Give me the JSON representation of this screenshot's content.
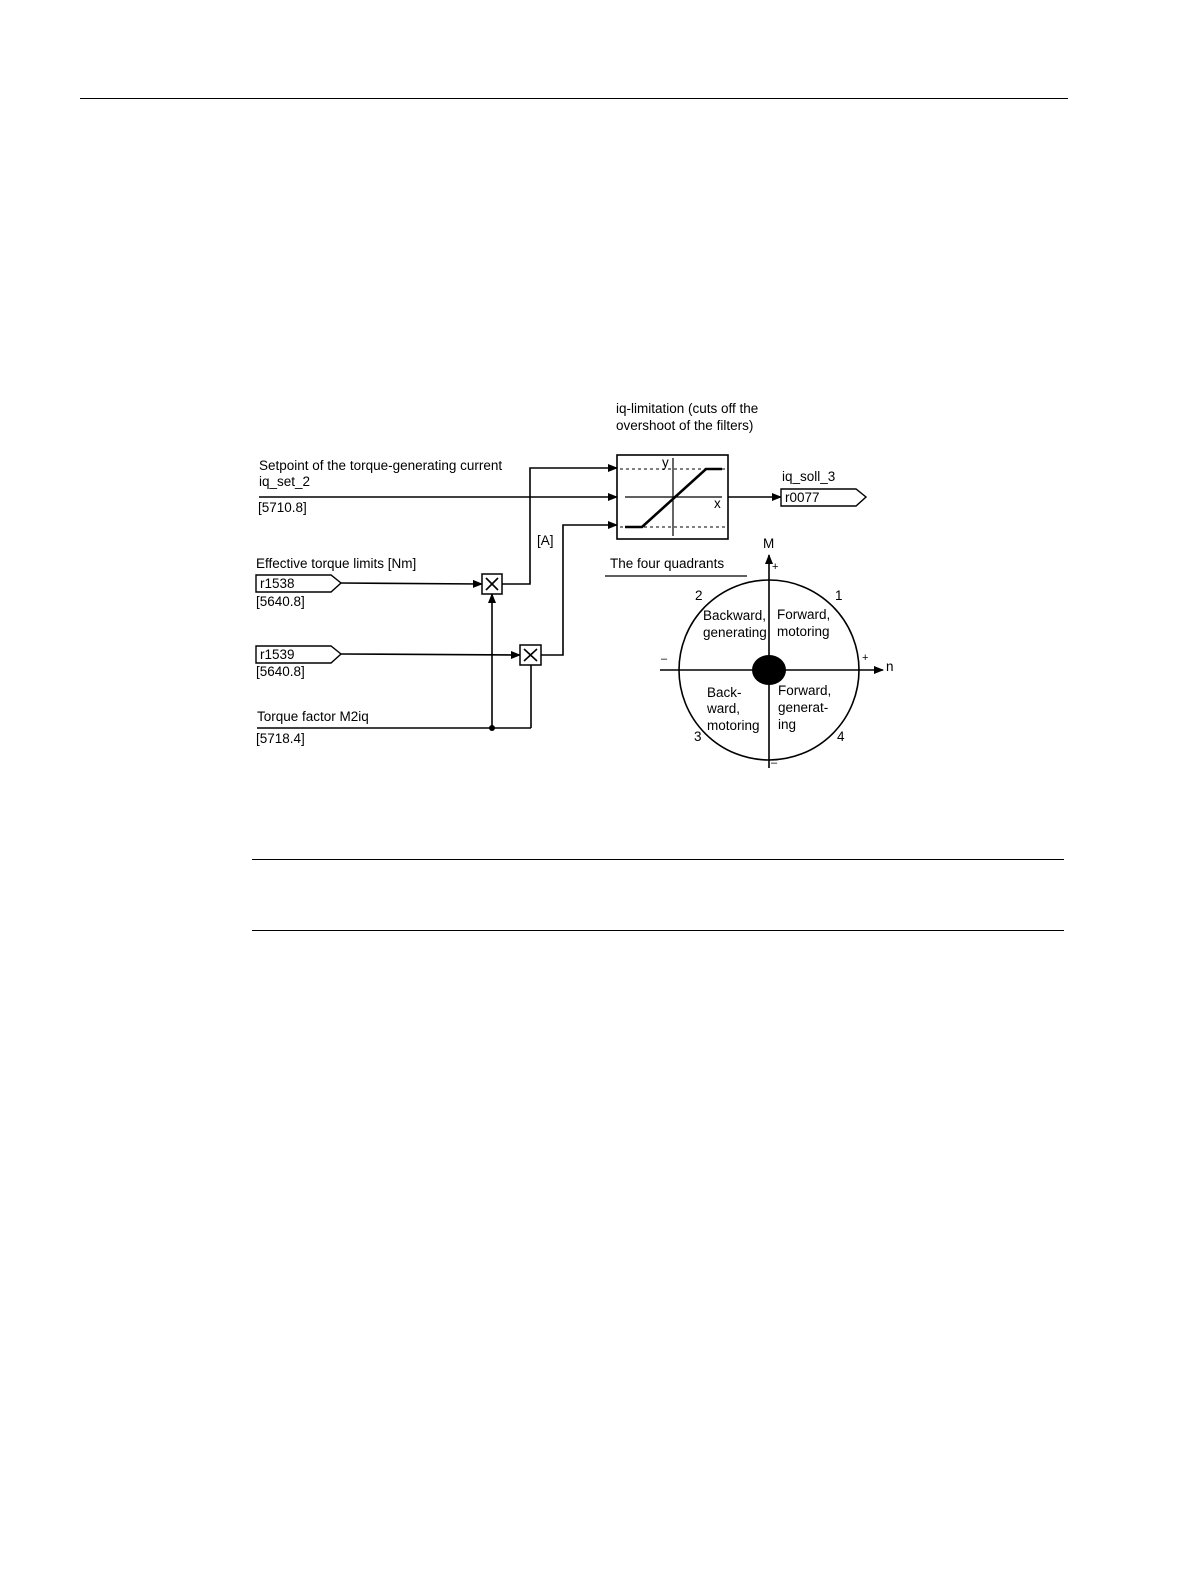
{
  "limitation": {
    "title_line1": "iq-limitation (cuts off the",
    "title_line2": "overshoot of the filters)",
    "y_label": "y",
    "x_label": "x"
  },
  "setpoint": {
    "label_line1": "Setpoint of the torque-generating current",
    "label_line2": "iq_set_2",
    "ref": "[5710.8]"
  },
  "output": {
    "name": "iq_soll_3",
    "param": "r0077"
  },
  "limits": {
    "label": "Effective torque limits [Nm]",
    "unit_a": "[A]",
    "upper_param": "r1538",
    "upper_ref": "[5640.8]",
    "lower_param": "r1539",
    "lower_ref": "[5640.8]"
  },
  "torque_factor": {
    "label": "Torque factor M2iq",
    "ref": "[5718.4]"
  },
  "quadrants": {
    "title": "The four quadrants",
    "axis_m": "M",
    "axis_n": "n",
    "plus": "+",
    "minus": "–",
    "q1": {
      "num": "1",
      "line1": "Forward,",
      "line2": "motoring"
    },
    "q2": {
      "num": "2",
      "line1": "Backward,",
      "line2": "generating"
    },
    "q3": {
      "num": "3",
      "line1": "Back-",
      "line2": "ward,",
      "line3": "motoring"
    },
    "q4": {
      "num": "4",
      "line1": "Forward,",
      "line2": "generat-",
      "line3": "ing"
    }
  }
}
